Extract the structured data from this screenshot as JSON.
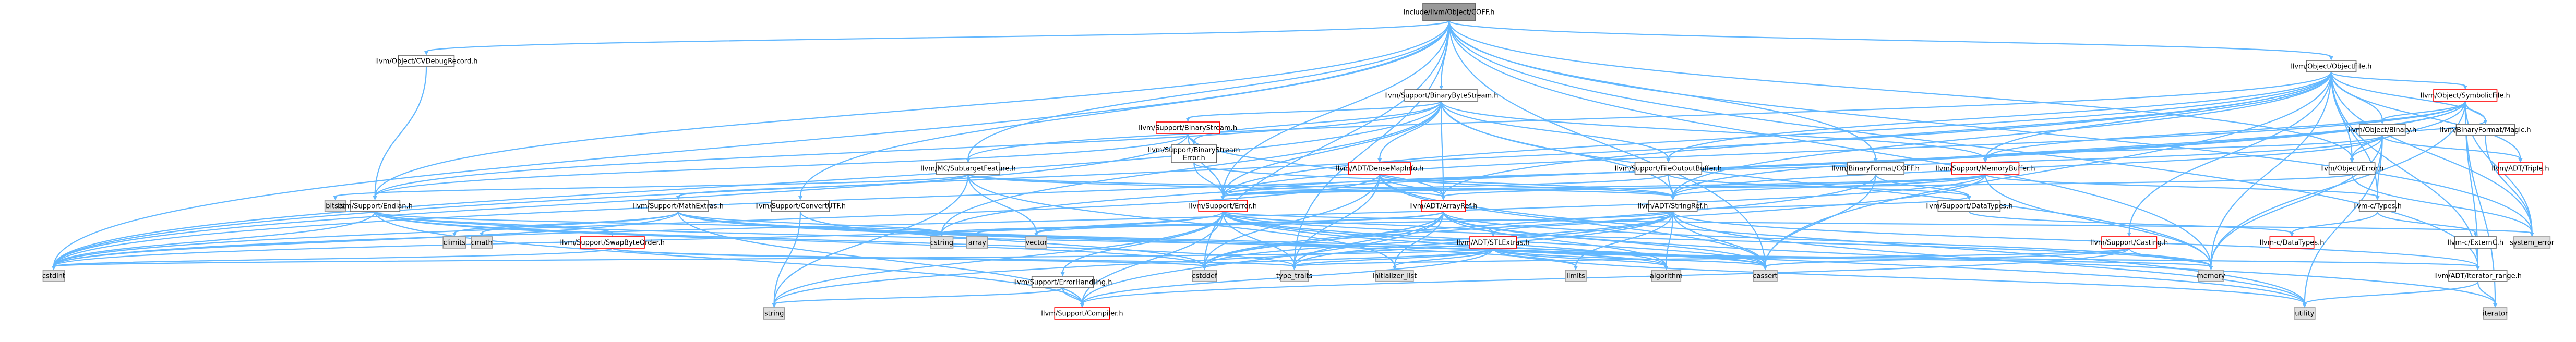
{
  "colors": {
    "edge": "#63b8ff",
    "root_fill": "#999999",
    "root_stroke": "#666666",
    "internal_fill": "#ffffff",
    "internal_stroke": "#666666",
    "incomplete_stroke": "#ff0000",
    "system_fill": "#e0e0e0",
    "system_stroke": "#999999"
  },
  "nodes": [
    {
      "id": "root",
      "label": "include/llvm/Object/COFF.h",
      "kind": "root"
    },
    {
      "id": "cvdebug",
      "label": "llvm/Object/CVDebugRecord.h",
      "kind": "internal"
    },
    {
      "id": "objfile",
      "label": "llvm/Object/ObjectFile.h",
      "kind": "internal"
    },
    {
      "id": "binbytestream",
      "label": "llvm/Support/BinaryByteStream.h",
      "kind": "internal"
    },
    {
      "id": "symbolicfile",
      "label": "llvm/Object/SymbolicFile.h",
      "kind": "incomplete"
    },
    {
      "id": "binstream",
      "label": "llvm/Support/BinaryStream.h",
      "kind": "incomplete"
    },
    {
      "id": "binstreamerr",
      "label": "llvm/Support/BinaryStream Error.h",
      "kind": "internal"
    },
    {
      "id": "binary",
      "label": "llvm/Object/Binary.h",
      "kind": "internal"
    },
    {
      "id": "binfmtmagic",
      "label": "llvm/BinaryFormat/Magic.h",
      "kind": "internal"
    },
    {
      "id": "subtarget",
      "label": "llvm/MC/SubtargetFeature.h",
      "kind": "internal"
    },
    {
      "id": "densemapinfo",
      "label": "llvm/ADT/DenseMapInfo.h",
      "kind": "incomplete"
    },
    {
      "id": "fileoutbuf",
      "label": "llvm/Support/FileOutputBuffer.h",
      "kind": "internal"
    },
    {
      "id": "binfmtcoff",
      "label": "llvm/BinaryFormat/COFF.h",
      "kind": "internal"
    },
    {
      "id": "memorybuffer",
      "label": "llvm/Support/MemoryBuffer.h",
      "kind": "incomplete"
    },
    {
      "id": "objerror",
      "label": "llvm/Object/Error.h",
      "kind": "internal"
    },
    {
      "id": "triple",
      "label": "llvm/ADT/Triple.h",
      "kind": "incomplete"
    },
    {
      "id": "bitset",
      "label": "bitset",
      "kind": "system"
    },
    {
      "id": "endian",
      "label": "llvm/Support/Endian.h",
      "kind": "internal"
    },
    {
      "id": "mathextras",
      "label": "llvm/Support/MathExtras.h",
      "kind": "internal"
    },
    {
      "id": "convertutf",
      "label": "llvm/Support/ConvertUTF.h",
      "kind": "internal"
    },
    {
      "id": "supporterror",
      "label": "llvm/Support/Error.h",
      "kind": "incomplete"
    },
    {
      "id": "arrayref",
      "label": "llvm/ADT/ArrayRef.h",
      "kind": "incomplete"
    },
    {
      "id": "stringref",
      "label": "llvm/ADT/StringRef.h",
      "kind": "internal"
    },
    {
      "id": "datatypes_h",
      "label": "llvm/Support/DataTypes.h",
      "kind": "internal"
    },
    {
      "id": "ctypes",
      "label": "llvm-c/Types.h",
      "kind": "internal"
    },
    {
      "id": "climits",
      "label": "climits",
      "kind": "system"
    },
    {
      "id": "cmath",
      "label": "cmath",
      "kind": "system"
    },
    {
      "id": "swapbyteorder",
      "label": "llvm/Support/SwapByteOrder.h",
      "kind": "incomplete"
    },
    {
      "id": "cstring",
      "label": "cstring",
      "kind": "system"
    },
    {
      "id": "array",
      "label": "array",
      "kind": "system"
    },
    {
      "id": "vector",
      "label": "vector",
      "kind": "system"
    },
    {
      "id": "stlextras",
      "label": "llvm/ADT/STLExtras.h",
      "kind": "incomplete"
    },
    {
      "id": "errhandling",
      "label": "llvm/Support/ErrorHandling.h",
      "kind": "internal"
    },
    {
      "id": "llvmcdatatypes",
      "label": "llvm-c/DataTypes.h",
      "kind": "incomplete"
    },
    {
      "id": "externc",
      "label": "llvm-c/ExternC.h",
      "kind": "internal"
    },
    {
      "id": "systemerror",
      "label": "system_error",
      "kind": "system"
    },
    {
      "id": "casting",
      "label": "llvm/Support/Casting.h",
      "kind": "incomplete"
    },
    {
      "id": "cstdint",
      "label": "cstdint",
      "kind": "system"
    },
    {
      "id": "cstddef",
      "label": "cstddef",
      "kind": "system"
    },
    {
      "id": "typetraits",
      "label": "type_traits",
      "kind": "system"
    },
    {
      "id": "initlist",
      "label": "initializer_list",
      "kind": "system"
    },
    {
      "id": "limits",
      "label": "limits",
      "kind": "system"
    },
    {
      "id": "algorithm",
      "label": "algorithm",
      "kind": "system"
    },
    {
      "id": "cassert",
      "label": "cassert",
      "kind": "system"
    },
    {
      "id": "memory",
      "label": "memory",
      "kind": "system"
    },
    {
      "id": "iterrange",
      "label": "llvm/ADT/iterator_range.h",
      "kind": "internal"
    },
    {
      "id": "string",
      "label": "string",
      "kind": "system"
    },
    {
      "id": "compiler",
      "label": "llvm/Support/Compiler.h",
      "kind": "incomplete"
    },
    {
      "id": "utility",
      "label": "utility",
      "kind": "system"
    },
    {
      "id": "iterator",
      "label": "iterator",
      "kind": "system"
    }
  ],
  "edges": [
    [
      "root",
      "cvdebug"
    ],
    [
      "root",
      "objfile"
    ],
    [
      "root",
      "binbytestream"
    ],
    [
      "root",
      "subtarget"
    ],
    [
      "root",
      "binfmtcoff"
    ],
    [
      "root",
      "convertutf"
    ],
    [
      "root",
      "endian"
    ],
    [
      "root",
      "objerror"
    ],
    [
      "root",
      "supporterror"
    ],
    [
      "root",
      "cstdint"
    ],
    [
      "root",
      "cstddef"
    ],
    [
      "root",
      "systemerror"
    ],
    [
      "root",
      "cassert"
    ],
    [
      "root",
      "memory"
    ],
    [
      "root",
      "iterrange"
    ],
    [
      "root",
      "typetraits"
    ],
    [
      "cvdebug",
      "endian"
    ],
    [
      "objfile",
      "symbolicfile"
    ],
    [
      "objfile",
      "binary"
    ],
    [
      "objfile",
      "binfmtmagic"
    ],
    [
      "objfile",
      "memorybuffer"
    ],
    [
      "objfile",
      "objerror"
    ],
    [
      "objfile",
      "triple"
    ],
    [
      "objfile",
      "arrayref"
    ],
    [
      "objfile",
      "stringref"
    ],
    [
      "objfile",
      "iterrange"
    ],
    [
      "objfile",
      "casting"
    ],
    [
      "objfile",
      "supporterror"
    ],
    [
      "objfile",
      "cstdint"
    ],
    [
      "objfile",
      "cassert"
    ],
    [
      "objfile",
      "memory"
    ],
    [
      "objfile",
      "systemerror"
    ],
    [
      "objfile",
      "subtarget"
    ],
    [
      "objfile",
      "fileoutbuf"
    ],
    [
      "objfile",
      "ctypes"
    ],
    [
      "symbolicfile",
      "binary"
    ],
    [
      "symbolicfile",
      "binfmtmagic"
    ],
    [
      "symbolicfile",
      "memorybuffer"
    ],
    [
      "symbolicfile",
      "stringref"
    ],
    [
      "symbolicfile",
      "iterrange"
    ],
    [
      "symbolicfile",
      "supporterror"
    ],
    [
      "symbolicfile",
      "cstdint"
    ],
    [
      "symbolicfile",
      "memory"
    ],
    [
      "symbolicfile",
      "systemerror"
    ],
    [
      "symbolicfile",
      "iterator"
    ],
    [
      "symbolicfile",
      "cstring"
    ],
    [
      "symbolicfile",
      "objerror"
    ],
    [
      "binary",
      "memorybuffer"
    ],
    [
      "binary",
      "objerror"
    ],
    [
      "binary",
      "triple"
    ],
    [
      "binary",
      "stringref"
    ],
    [
      "binary",
      "supporterror"
    ],
    [
      "binary",
      "binfmtmagic"
    ],
    [
      "binary",
      "ctypes"
    ],
    [
      "binary",
      "memory"
    ],
    [
      "binary",
      "utility"
    ],
    [
      "binfmtmagic",
      "systemerror"
    ],
    [
      "binbytestream",
      "binstream"
    ],
    [
      "binbytestream",
      "binstreamerr"
    ],
    [
      "binbytestream",
      "arrayref"
    ],
    [
      "binbytestream",
      "stringref"
    ],
    [
      "binbytestream",
      "supporterror"
    ],
    [
      "binbytestream",
      "fileoutbuf"
    ],
    [
      "binbytestream",
      "memorybuffer"
    ],
    [
      "binbytestream",
      "cstdint"
    ],
    [
      "binbytestream",
      "cstring"
    ],
    [
      "binbytestream",
      "memory"
    ],
    [
      "binbytestream",
      "densemapinfo"
    ],
    [
      "binbytestream",
      "endian"
    ],
    [
      "binstream",
      "binstreamerr"
    ],
    [
      "binstream",
      "arrayref"
    ],
    [
      "binstream",
      "supporterror"
    ],
    [
      "binstream",
      "endian"
    ],
    [
      "binstream",
      "cstdint"
    ],
    [
      "binstreamerr",
      "supporterror"
    ],
    [
      "binstreamerr",
      "stringref"
    ],
    [
      "subtarget",
      "arrayref"
    ],
    [
      "subtarget",
      "stringref"
    ],
    [
      "subtarget",
      "mathextras"
    ],
    [
      "subtarget",
      "bitset"
    ],
    [
      "subtarget",
      "initlist"
    ],
    [
      "subtarget",
      "string"
    ],
    [
      "subtarget",
      "vector"
    ],
    [
      "densemapinfo",
      "arrayref"
    ],
    [
      "densemapinfo",
      "stringref"
    ],
    [
      "densemapinfo",
      "cassert"
    ],
    [
      "densemapinfo",
      "cstddef"
    ],
    [
      "densemapinfo",
      "cstdint"
    ],
    [
      "densemapinfo",
      "utility"
    ],
    [
      "densemapinfo",
      "typetraits"
    ],
    [
      "fileoutbuf",
      "supporterror"
    ],
    [
      "fileoutbuf",
      "datatypes_h"
    ],
    [
      "fileoutbuf",
      "stringref"
    ],
    [
      "binfmtcoff",
      "datatypes_h"
    ],
    [
      "binfmtcoff",
      "cassert"
    ],
    [
      "binfmtcoff",
      "cstddef"
    ],
    [
      "memorybuffer",
      "ctypes"
    ],
    [
      "memorybuffer",
      "arrayref"
    ],
    [
      "memorybuffer",
      "stringref"
    ],
    [
      "memorybuffer",
      "cstddef"
    ],
    [
      "memorybuffer",
      "cstdint"
    ],
    [
      "memorybuffer",
      "memory"
    ],
    [
      "memorybuffer",
      "supporterror"
    ],
    [
      "objerror",
      "supporterror"
    ],
    [
      "objerror",
      "systemerror"
    ],
    [
      "endian",
      "swapbyteorder"
    ],
    [
      "endian",
      "compiler"
    ],
    [
      "endian",
      "cassert"
    ],
    [
      "endian",
      "cstddef"
    ],
    [
      "endian",
      "cstdint"
    ],
    [
      "endian",
      "cstring"
    ],
    [
      "endian",
      "typetraits"
    ],
    [
      "mathextras",
      "compiler"
    ],
    [
      "mathextras",
      "climits"
    ],
    [
      "mathextras",
      "cmath"
    ],
    [
      "mathextras",
      "cassert"
    ],
    [
      "mathextras",
      "cstdint"
    ],
    [
      "mathextras",
      "cstring"
    ],
    [
      "mathextras",
      "limits"
    ],
    [
      "mathextras",
      "algorithm"
    ],
    [
      "mathextras",
      "type_traits"
    ],
    [
      "convertutf",
      "cstddef"
    ],
    [
      "convertutf",
      "string"
    ],
    [
      "convertutf",
      "system_error"
    ],
    [
      "supporterror",
      "stlextras"
    ],
    [
      "supporterror",
      "errhandling"
    ],
    [
      "supporterror",
      "compiler"
    ],
    [
      "supporterror",
      "cassert"
    ],
    [
      "supporterror",
      "cstdint"
    ],
    [
      "supporterror",
      "memory"
    ],
    [
      "supporterror",
      "string"
    ],
    [
      "supporterror",
      "systemerror"
    ],
    [
      "supporterror",
      "typetraits"
    ],
    [
      "supporterror",
      "utility"
    ],
    [
      "supporterror",
      "vector"
    ],
    [
      "supporterror",
      "algorithm"
    ],
    [
      "arrayref",
      "stlextras"
    ],
    [
      "arrayref",
      "compiler"
    ],
    [
      "arrayref",
      "algorithm"
    ],
    [
      "arrayref",
      "array"
    ],
    [
      "arrayref",
      "cassert"
    ],
    [
      "arrayref",
      "cstddef"
    ],
    [
      "arrayref",
      "initlist"
    ],
    [
      "arrayref",
      "iterator"
    ],
    [
      "arrayref",
      "memory"
    ],
    [
      "arrayref",
      "typetraits"
    ],
    [
      "arrayref",
      "vector"
    ],
    [
      "stringref",
      "stlextras"
    ],
    [
      "stringref",
      "datatypes_h"
    ],
    [
      "stringref",
      "algorithm"
    ],
    [
      "stringref",
      "cassert"
    ],
    [
      "stringref",
      "cstddef"
    ],
    [
      "stringref",
      "cstring"
    ],
    [
      "stringref",
      "limits"
    ],
    [
      "stringref",
      "string"
    ],
    [
      "stringref",
      "typetraits"
    ],
    [
      "stringref",
      "utility"
    ],
    [
      "stringref",
      "iterrange"
    ],
    [
      "datatypes_h",
      "llvmcdatatypes"
    ],
    [
      "ctypes",
      "llvmcdatatypes"
    ],
    [
      "ctypes",
      "externc"
    ],
    [
      "swapbyteorder",
      "cstddef"
    ],
    [
      "swapbyteorder",
      "cstdint"
    ],
    [
      "swapbyteorder",
      "typetraits"
    ],
    [
      "stlextras",
      "iterrange"
    ],
    [
      "stlextras",
      "compiler"
    ],
    [
      "stlextras",
      "algorithm"
    ],
    [
      "stlextras",
      "cassert"
    ],
    [
      "stlextras",
      "cstddef"
    ],
    [
      "stlextras",
      "cstdint"
    ],
    [
      "stlextras",
      "limits"
    ],
    [
      "stlextras",
      "memory"
    ],
    [
      "stlextras",
      "typetraits"
    ],
    [
      "stlextras",
      "utility"
    ],
    [
      "stlextras",
      "initlist"
    ],
    [
      "errhandling",
      "compiler"
    ],
    [
      "errhandling",
      "string"
    ],
    [
      "casting",
      "compiler"
    ],
    [
      "casting",
      "cassert"
    ],
    [
      "casting",
      "memory"
    ],
    [
      "casting",
      "typetraits"
    ],
    [
      "iterrange",
      "iterator"
    ],
    [
      "iterrange",
      "utility"
    ]
  ]
}
